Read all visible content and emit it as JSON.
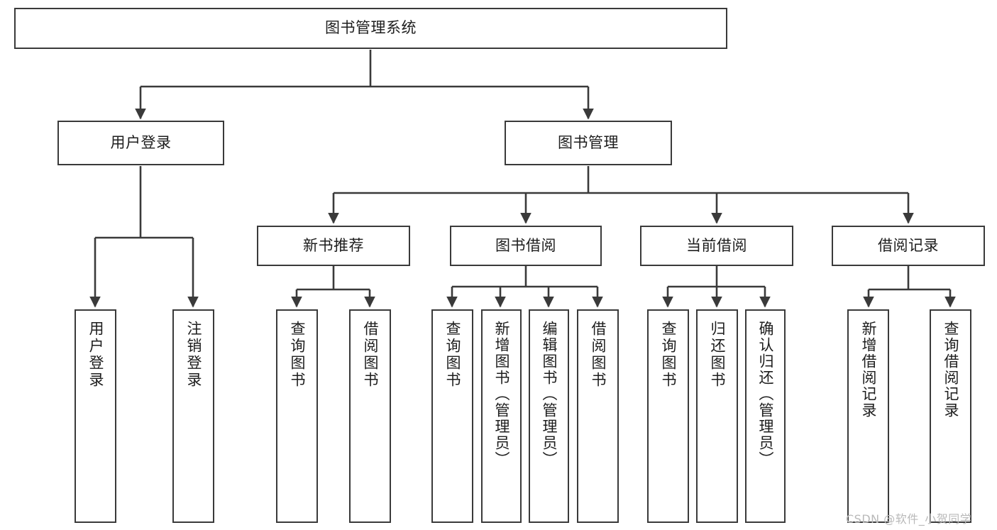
{
  "diagram": {
    "title": "图书管理系统",
    "type": "tree-hierarchy",
    "root": {
      "label": "图书管理系统"
    },
    "level2": [
      {
        "label": "用户登录"
      },
      {
        "label": "图书管理"
      }
    ],
    "level3": [
      {
        "label": "新书推荐"
      },
      {
        "label": "图书借阅"
      },
      {
        "label": "当前借阅"
      },
      {
        "label": "借阅记录"
      }
    ],
    "leaves": {
      "user_login": [
        {
          "label": "用户登录"
        },
        {
          "label": "注销登录"
        }
      ],
      "new_book_recommend": [
        {
          "label": "查询图书"
        },
        {
          "label": "借阅图书"
        }
      ],
      "book_borrow": [
        {
          "label": "查询图书"
        },
        {
          "label": "新增图书（管理员）"
        },
        {
          "label": "编辑图书（管理员）"
        },
        {
          "label": "借阅图书"
        }
      ],
      "current_borrow": [
        {
          "label": "查询图书"
        },
        {
          "label": "归还图书"
        },
        {
          "label": "确认归还（管理员）"
        }
      ],
      "borrow_record": [
        {
          "label": "新增借阅记录"
        },
        {
          "label": "查询借阅记录"
        }
      ]
    }
  },
  "watermark": {
    "text": "CSDN @软件_小贺同学"
  },
  "colors": {
    "border": "#3a3a3a",
    "text": "#1d1d1d",
    "background": "#ffffff",
    "watermark": "#b9b9b9"
  }
}
